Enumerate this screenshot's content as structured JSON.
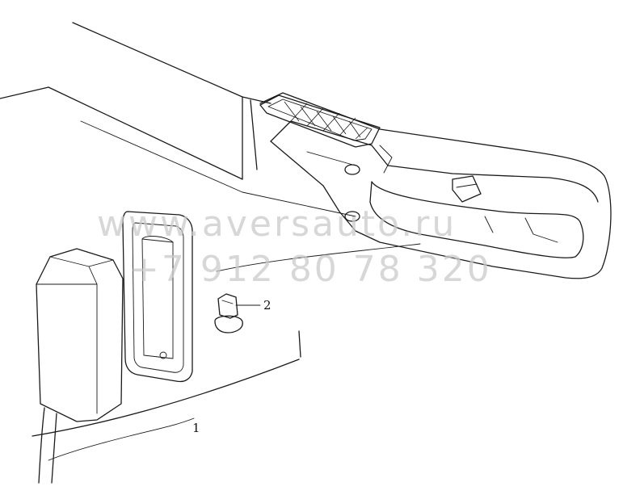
{
  "diagram": {
    "callouts": [
      {
        "id": "1",
        "label": "1"
      },
      {
        "id": "2",
        "label": "2"
      }
    ]
  },
  "watermark": {
    "line1": "www.aversauto.ru",
    "line2": "+7 912 80 78 320",
    "color": "#c9c9c9"
  }
}
